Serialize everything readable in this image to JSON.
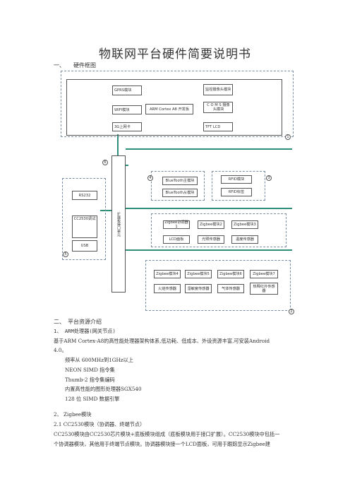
{
  "doc": {
    "title": "物联网平台硬件简要说明书",
    "section1": "一、　　硬件框图",
    "section2": "二、　平台资源介绍",
    "item1_title": "1、 ARM处理器(网关节点)",
    "item1_desc_a": "基于ARM Cortex-A8的高性能处理器架构体系,低功耗、低成本、外设资源丰富,可安装Android",
    "item1_desc_b": "4.0。",
    "features": [
      "频率从 600MHz到1GHz以上",
      "NEON SIMD 指令集",
      "Thumb-2 指令集编码",
      "内置高性能的图形处理器SGX540",
      "128 位 SIMD 数据引擎"
    ],
    "item2_title": "2、 Zigbee模块",
    "item21_title": "2.1 CC2530模块（协调器、终端节点）",
    "item21_desc_a": "CC2530模块由CC2530芯片模块+底板模块组成（底板模块用于接口扩展）。CC2530模块中包括一",
    "item21_desc_b": "个协调器模块，其他用于终端节点模块。协调器模块接一个LCD面板，可用于跟踪显示Zigbee建"
  },
  "diagram": {
    "top": {
      "gprs": "GPRS模块",
      "wifi": "WIFI模块",
      "g3": "3G上网卡",
      "arm": "ARM Cortex A8 开发板",
      "camera": "监控摄像头模块",
      "cmos": "C O M S 摄像头模块",
      "tft": "TFT LCD",
      "num": "1"
    },
    "bus_label": "扩展板接口单元",
    "left": {
      "rs232": "RS232",
      "cc2530": "CC2530调试器",
      "usb": "USB",
      "num": "5"
    },
    "num6": "6",
    "bt": {
      "master": "BlueTooth主模块",
      "slave": "BlueTooth从模块",
      "num": "4"
    },
    "rfid": {
      "module": "RFID模块",
      "tag": "RFID标签",
      "num": "3"
    },
    "zigbee_row1": {
      "m1": "Zigbee协调器1",
      "m2": "Zigbee模块2",
      "m3": "Zigbee模块3",
      "s1": "LCD面板",
      "s2": "光照传感器",
      "s3": "温度传感器"
    },
    "zigbee_row2": {
      "m4": "Zigbee模块4",
      "m5": "Zigbee模块5",
      "m6": "Zigbee模块6",
      "m7": "Zigbee模块7",
      "s4": "火焰传感器",
      "s5": "湿敏度传感器",
      "s6": "气体传感器",
      "s7": "热释红外传感器",
      "num": "2"
    }
  }
}
